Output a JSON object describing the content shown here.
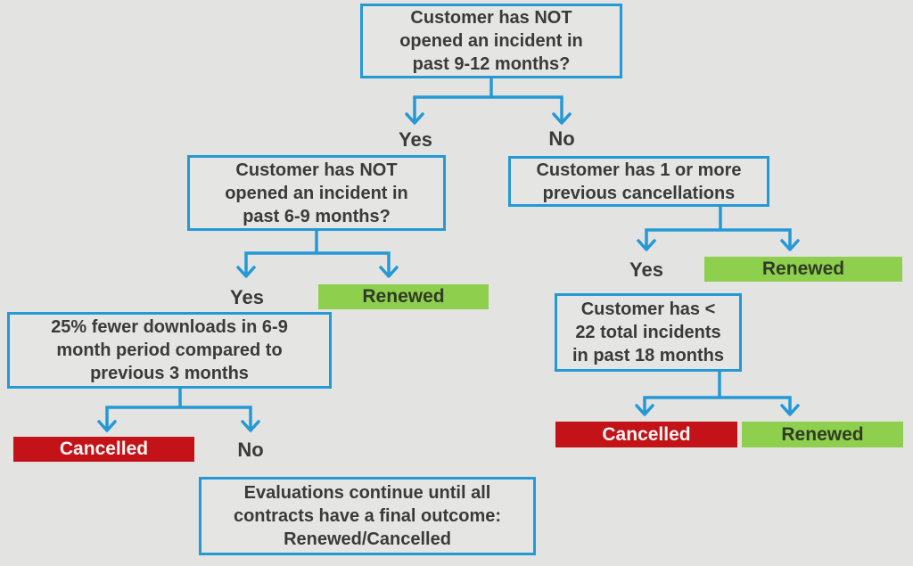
{
  "diagram": {
    "description": "Customer renewal decision tree",
    "colors": {
      "background": "#e3e3e1",
      "line_blue": "#2499d6",
      "renewed_green": "#8ecf4d",
      "cancelled_red": "#c31318",
      "text_dark": "#3a3a3a"
    },
    "nodes": {
      "q_root": "Customer has NOT\nopened an incident in\npast 9-12 months?",
      "q_left_69": "Customer has NOT\nopened an incident in\npast 6-9 months?",
      "q_downloads": "25% fewer downloads in 6-9\nmonth period compared to\nprevious 3 months",
      "q_cancellations": "Customer has 1 or more\nprevious cancellations",
      "q_incidents": "Customer has <\n22 total incidents\nin past 18 months",
      "note": "Evaluations continue until all\ncontracts have a final outcome:\nRenewed/Cancelled"
    },
    "branch_labels": {
      "yes": "Yes",
      "no": "No"
    },
    "outcomes": {
      "renewed": "Renewed",
      "cancelled": "Cancelled"
    }
  }
}
